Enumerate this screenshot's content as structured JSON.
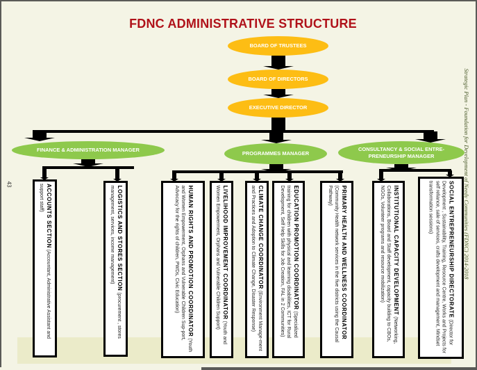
{
  "title": "FDNC ADMINISTRATIVE STRUCTURE",
  "side_caption": "Strategic Plan - Foundation for Development of Needy Communities (FDNC) 2014-2018",
  "page_number": "43",
  "colors": {
    "title": "#b0121a",
    "top_level": "#fdbd14",
    "managers": "#8ec94c",
    "background": "#f4f4e5"
  },
  "top_chain": [
    {
      "label": "BOARD OF  TRUSTEES"
    },
    {
      "label": "BOARD OF DIRECTORS"
    },
    {
      "label": "EXECUTIVE DIRECTOR"
    }
  ],
  "managers": [
    {
      "label": "FINANCE & ADMINISTRATION  MANAGER"
    },
    {
      "label": "PROGRAMMES MANAGER"
    },
    {
      "label": "CONSULTANCY & SOCIAL ENTRE- PRENEURSHIP MANAGER"
    }
  ],
  "units": [
    {
      "title": "ACCOUNTS SECTION",
      "desc": " (Accountant, Administrative Assistant and support staff)"
    },
    {
      "title": "LOGISTICS AND STORES SECTION",
      "desc": " (procurement , stores management, services, income management)"
    },
    {
      "title": "HUMAN RIGHTS AND PROMOTION  COORDINATOR",
      "desc": " (Youth and Women Empowerment, Orphans and Vulnerable Children Sup-port, Advocacy for the rights of children, PWDs, Civic Education)"
    },
    {
      "title": "LIVELIHOOD IMPROVEMENT COORDINATOR",
      "desc": " (Youth and Women Empowerment, Orphans and Vulnerable Children Support)"
    },
    {
      "title": "CLIMATE CHANGE COORDINATOR",
      "desc": " (Environment Manage-ment and Practices and Adoption to Climate Change, Disaster Response)"
    },
    {
      "title": "EDUCATION PROMOTION COORDINATOR",
      "desc": " (Specialized training for children with physical and learning disabilities, ICT for Rural Development, Self Help Skills for Job Creation, FAL in 2 Communities)"
    },
    {
      "title": "PRIMARY HEALTH AND WELLNESS COORDINATOR",
      "desc": " (Community Health network services in the five districts using the Causal Pathway)"
    },
    {
      "title": "INSTITUTIONAL CAPACITY DEVELOPMENT",
      "desc": " (Networking, Collaborations, Board and Staff development, capacity building to CBOs, NGOs, Volunteer programs and resource mobilization)"
    },
    {
      "title": "SOCIAL ENTREPRENEURSHIP DIRECTORATE",
      "desc": " (Director for Development , Sustainability, Training, Resource Centre, Works and Projects for self reliance, sale of services, crafts development and management, Mindset transformation sessions)"
    }
  ]
}
